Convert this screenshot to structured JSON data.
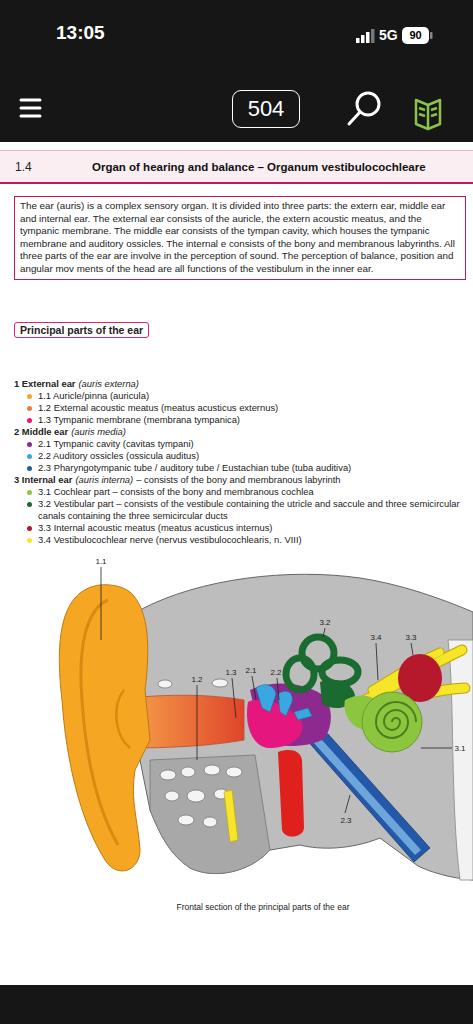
{
  "diagram": {
    "caption": "Frontal section of the principal parts of the ear",
    "nodes": [
      {
        "text": [
          "504"
        ]
      },
      {
        "text": [
          "1.4",
          "Organ of hearing and balance – Organum vestibulocochleare"
        ]
      },
      {
        "text": [
          "The ear (auris) is a complex sensory organ. It is divided into three parts: the extern ear, middle ear and internal ear. The external ear consists of the auricle, the extern acoustic meatus, and the tympanic membrane. The middle ear consists of the tympan cavity, which houses the tympanic membrane and auditory ossicles. The internal e consists of the bony and membranous labyrinths. All three parts of the ear are involve in the perception of sound. The perception of balance, position and angular mov ments of the head are all functions of the vestibulum in the inner ear."
        ]
      },
      {
        "text": [
          "Principal parts of the ear"
        ]
      }
    ],
    "labels": [
      "13:05",
      "5G",
      "90",
      "1 External ear",
      "(auris externa)",
      "2 Middle ear",
      "(auris media)",
      "3 Internal ear",
      "(auris interna)",
      "– consists of the bony and membranous labyrinth",
      "1.1",
      "3.2",
      "3.4",
      "3.3",
      "1.2",
      "1.3",
      "2.1",
      "2.2",
      "3.1",
      "2.3"
    ],
    "legend": [
      {
        "text": "1.1 Auricle/pinna (auricula)",
        "color": "#f5a623"
      },
      {
        "text": "1.2 External acoustic meatus (meatus acusticus externus)",
        "color": "#f07a3a"
      },
      {
        "text": "1.3 Tympanic membrane (membrana tympanica)",
        "color": "#e5177e"
      },
      {
        "text": "2.1 Tympanic cavity (cavitas tympani)",
        "color": "#8e2a8f"
      },
      {
        "text": "2.2 Auditory ossicles (ossicula auditus)",
        "color": "#3aa8e0"
      },
      {
        "text": "2.3 Pharyngotympanic tube / auditory tube / Eustachian tube (tuba auditiva)",
        "color": "#1f5ea8"
      },
      {
        "text": "3.1 Cochlear part – consists of the bony and membranous cochlea",
        "color": "#8cc63f"
      },
      {
        "text": "3.2 Vestibular part – consists of the vestibule containing the utricle and saccule and three semicircular canals containing the three semicircular ducts",
        "color": "#1a6b2f"
      },
      {
        "text": "3.3 Internal acoustic meatus (meatus acusticus internus)",
        "color": "#b5192b"
      },
      {
        "text": "3.4 Vestibulocochlear nerve (nervus vestibulocochlearis, n. VIII)",
        "color": "#f7e52a"
      }
    ]
  }
}
